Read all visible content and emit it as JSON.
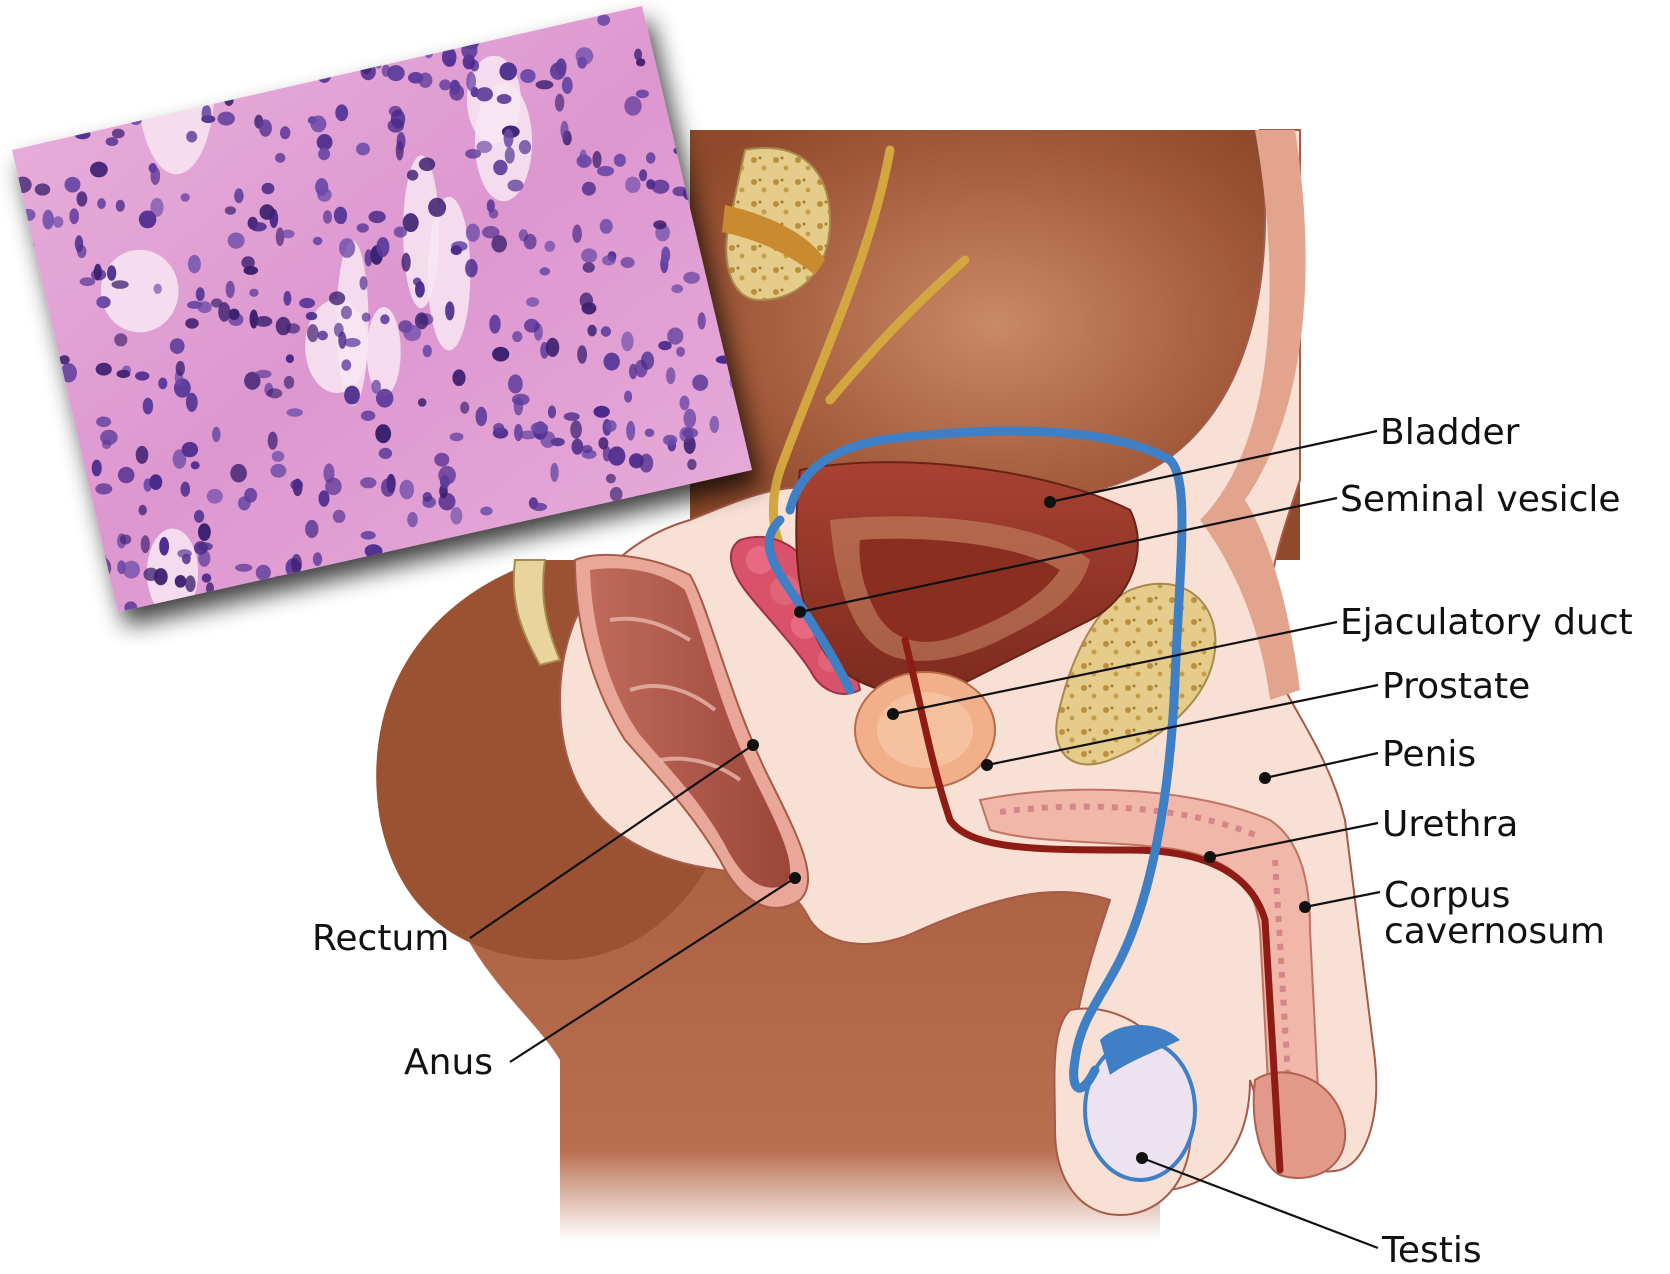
{
  "labels": {
    "bladder": "Bladder",
    "seminal_vesicle": "Seminal vesicle",
    "ejaculatory_duct": "Ejaculatory duct",
    "prostate": "Prostate",
    "penis": "Penis",
    "urethra": "Urethra",
    "corpus_line1": "Corpus",
    "corpus_line2": "cavernosum",
    "rectum": "Rectum",
    "anus": "Anus",
    "testis": "Testis"
  },
  "colors": {
    "skin_dark": "#8e4a2a",
    "skin_mid": "#c98a66",
    "pelvis_fill": "#f8e0d4",
    "bladder": "#9e3d2c",
    "rectum": "#b85a4e",
    "vas_deferens": "#3f7fc6",
    "nerve": "#d4a640",
    "bone": "#e9d08e",
    "histology_bg": "#e7a9d8",
    "histology_nuclei": "#4a2a8c"
  }
}
